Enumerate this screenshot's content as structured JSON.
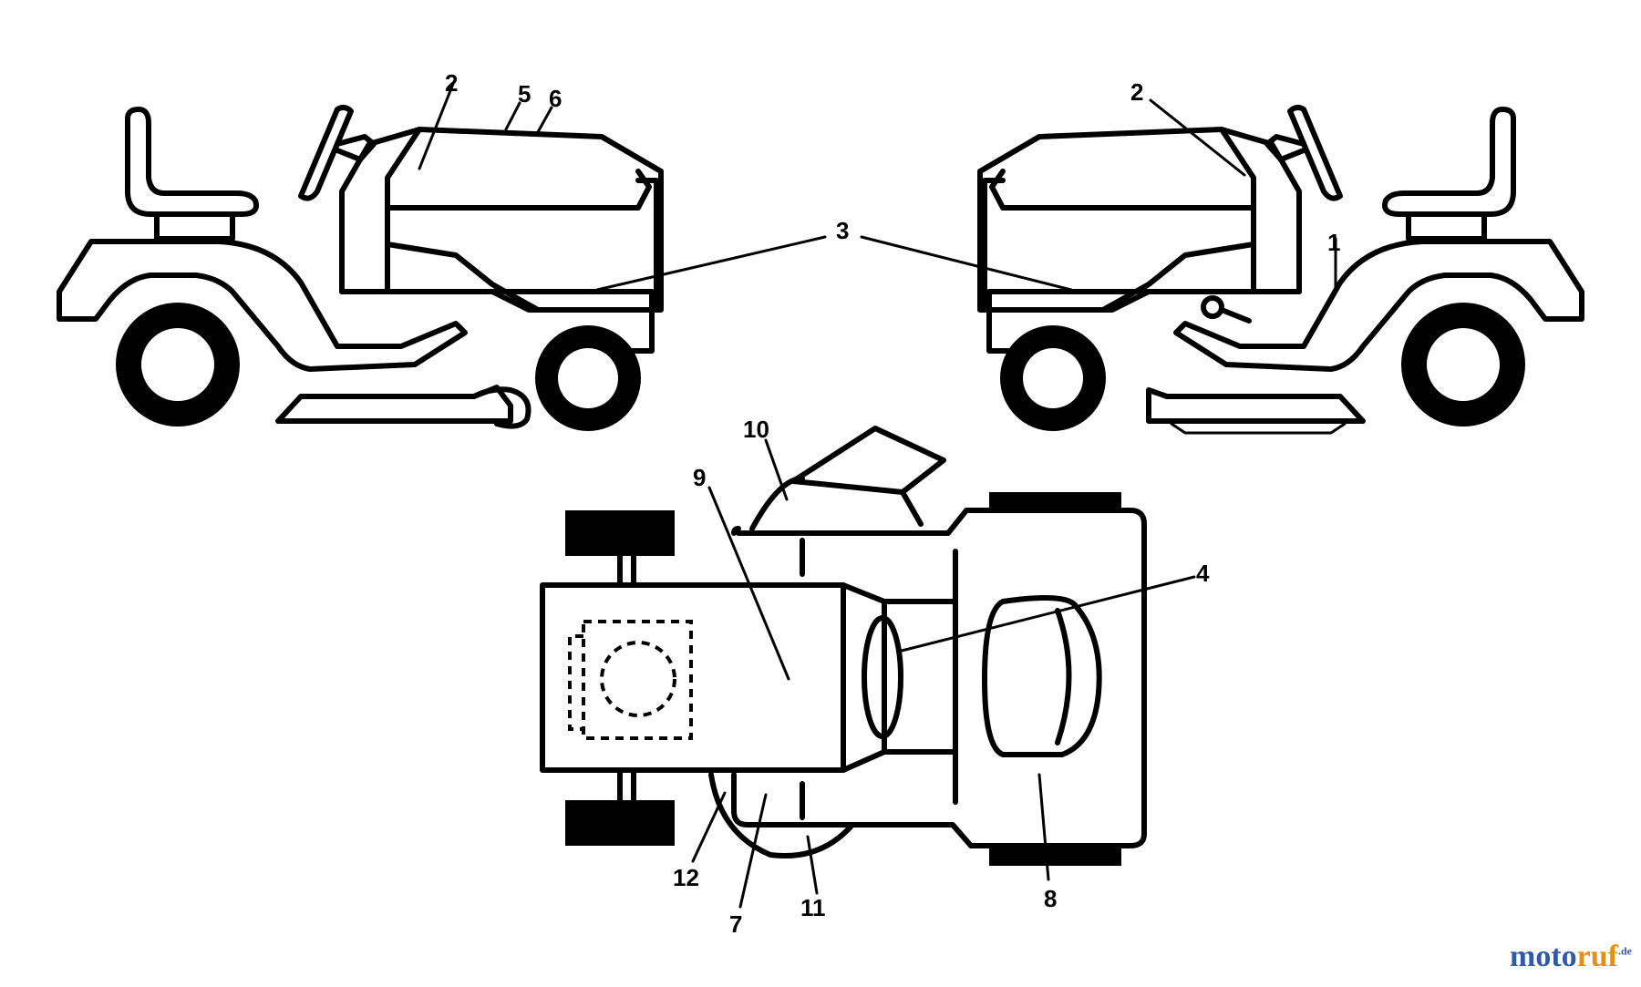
{
  "callouts": [
    {
      "id": "c1",
      "label": "1"
    },
    {
      "id": "c2a",
      "label": "2"
    },
    {
      "id": "c2b",
      "label": "2"
    },
    {
      "id": "c3",
      "label": "3"
    },
    {
      "id": "c4",
      "label": "4"
    },
    {
      "id": "c5",
      "label": "5"
    },
    {
      "id": "c6",
      "label": "6"
    },
    {
      "id": "c7",
      "label": "7"
    },
    {
      "id": "c8",
      "label": "8"
    },
    {
      "id": "c9",
      "label": "9"
    },
    {
      "id": "c10",
      "label": "10"
    },
    {
      "id": "c11",
      "label": "11"
    },
    {
      "id": "c12",
      "label": "12"
    }
  ],
  "watermark": {
    "part1": "moto",
    "part2": "ruf",
    "suffix": ".de"
  },
  "colors": {
    "line": "#000000",
    "brand_blue": "#2f5aa8",
    "brand_orange": "#e2901b"
  }
}
